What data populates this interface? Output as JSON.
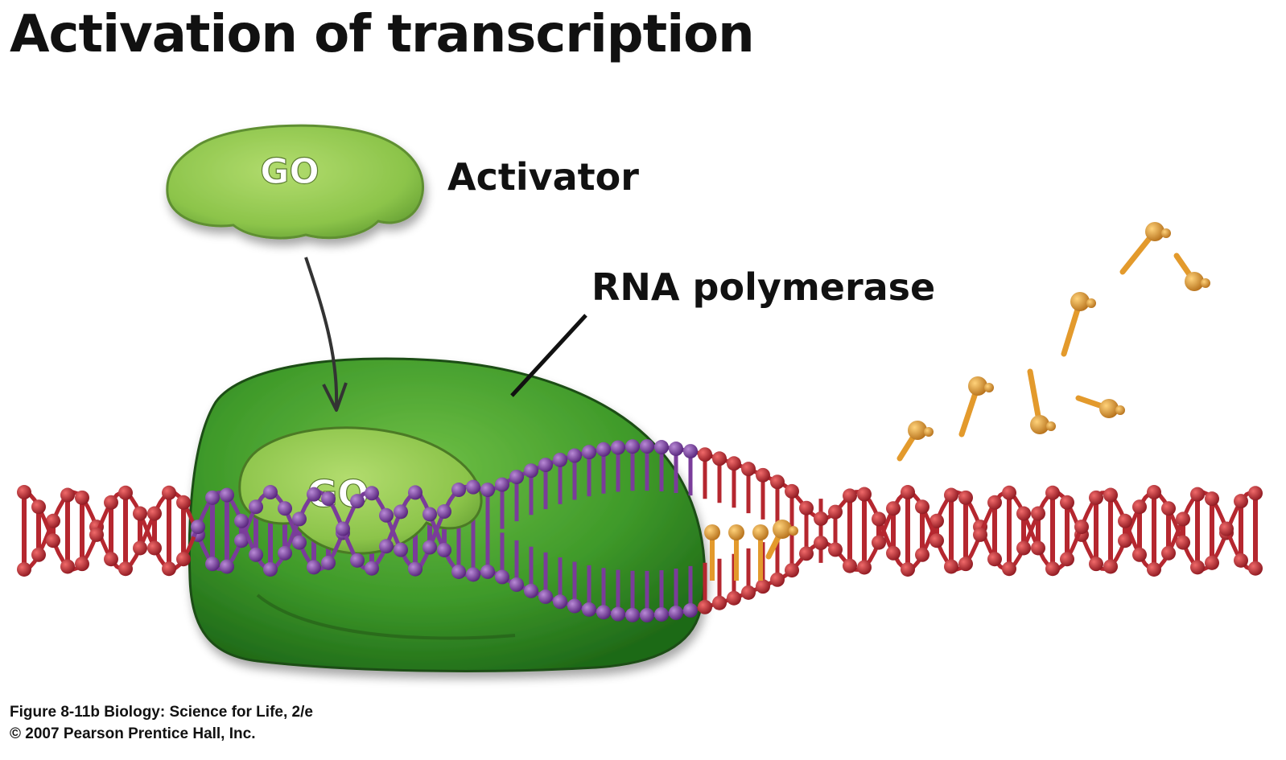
{
  "title": "Activation of transcription",
  "labels": {
    "activator": "Activator",
    "rna_polymerase": "RNA polymerase",
    "go_free": "GO",
    "go_bound": "GO"
  },
  "caption": {
    "line1": "Figure 8-11b  Biology: Science for Life, 2/e",
    "line2": "© 2007 Pearson Prentice Hall, Inc."
  },
  "colors": {
    "dna_red": "#b5272f",
    "dna_purple": "#7a3c9a",
    "polymerase_green": "#3f9a2a",
    "activator_green": "#8cc44a",
    "nucleotide_orange": "#e39a2c"
  }
}
